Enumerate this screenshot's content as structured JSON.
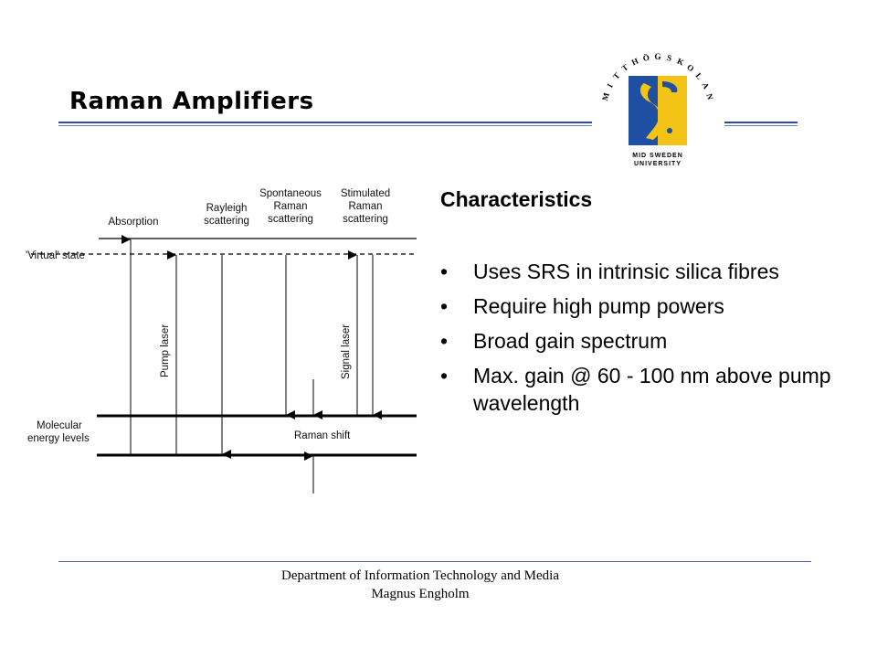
{
  "slide": {
    "title": "Raman Amplifiers"
  },
  "logo": {
    "arc_text": [
      "M",
      "I",
      "T",
      "T",
      "H",
      "Ö",
      "G",
      "S",
      "K",
      "O",
      "L",
      "A",
      "N"
    ],
    "line1": "MID SWEDEN",
    "line2": "UNIVERSITY",
    "colors": {
      "blue": "#1e4fa3",
      "yellow": "#f3c316"
    }
  },
  "diagram": {
    "labels": {
      "absorption": "Absorption",
      "rayleigh_1": "Rayleigh",
      "rayleigh_2": "scattering",
      "spont_1": "Spontaneous",
      "spont_2": "Raman",
      "spont_3": "scattering",
      "stim_1": "Stimulated",
      "stim_2": "Raman",
      "stim_3": "scattering",
      "virtual_state": "'Virtual' state",
      "pump_laser": "Pump laser",
      "signal_laser": "Signal laser",
      "molecular_1": "Molecular",
      "molecular_2": "energy levels",
      "raman_shift": "Raman shift"
    }
  },
  "content": {
    "heading": "Characteristics",
    "bullet_symbol": "•",
    "bullets": [
      "Uses SRS in intrinsic silica fibres",
      "Require high pump powers",
      "Broad gain spectrum",
      "Max. gain @ 60 - 100 nm above pump wavelength"
    ]
  },
  "footer": {
    "department": "Department of Information Technology and Media",
    "author": "Magnus Engholm"
  },
  "colors": {
    "rule": "#2c47a8"
  }
}
